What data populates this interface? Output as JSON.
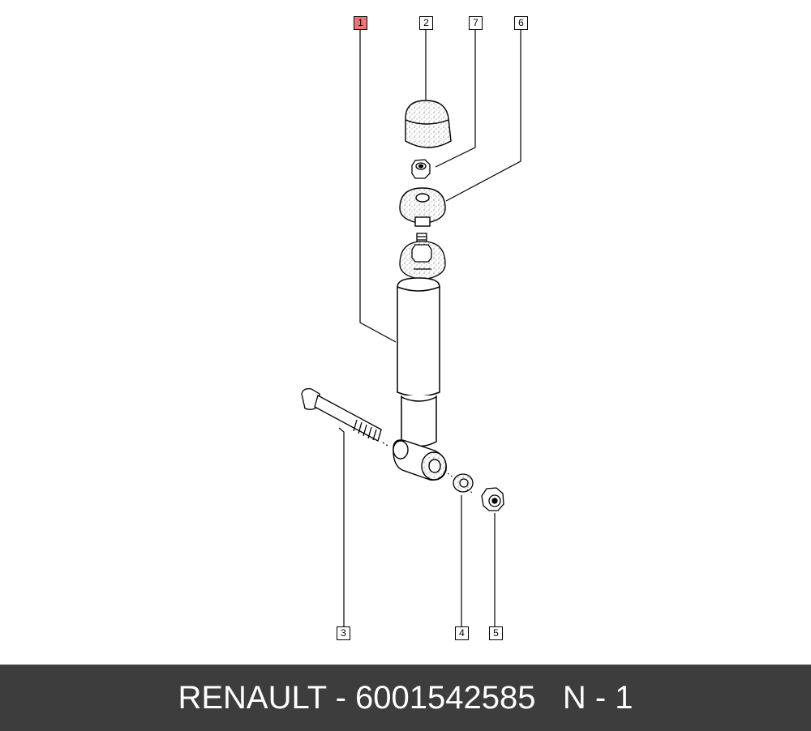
{
  "callouts": [
    {
      "label": "1",
      "highlighted": true,
      "color": "#e8777a"
    },
    {
      "label": "2",
      "highlighted": false
    },
    {
      "label": "7",
      "highlighted": false
    },
    {
      "label": "6",
      "highlighted": false
    },
    {
      "label": "3",
      "highlighted": false
    },
    {
      "label": "4",
      "highlighted": false
    },
    {
      "label": "5",
      "highlighted": false
    }
  ],
  "footer": {
    "text": "RENAULT - 6001542585   N - 1",
    "background": "#3d3d3d",
    "color": "#ffffff"
  }
}
